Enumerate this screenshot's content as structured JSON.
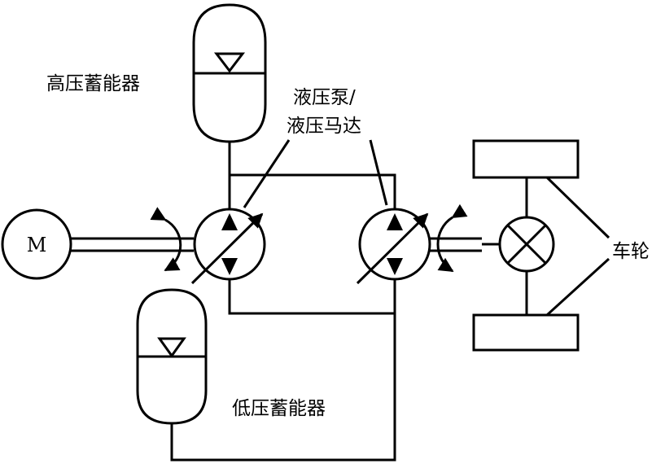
{
  "motor": {
    "label": "M"
  },
  "labels": {
    "high_pressure_accumulator": "高压蓄能器",
    "low_pressure_accumulator": "低压蓄能器",
    "pump_motor_line1": "液压泵/",
    "pump_motor_line2": "液压马达",
    "wheels": "车轮"
  }
}
